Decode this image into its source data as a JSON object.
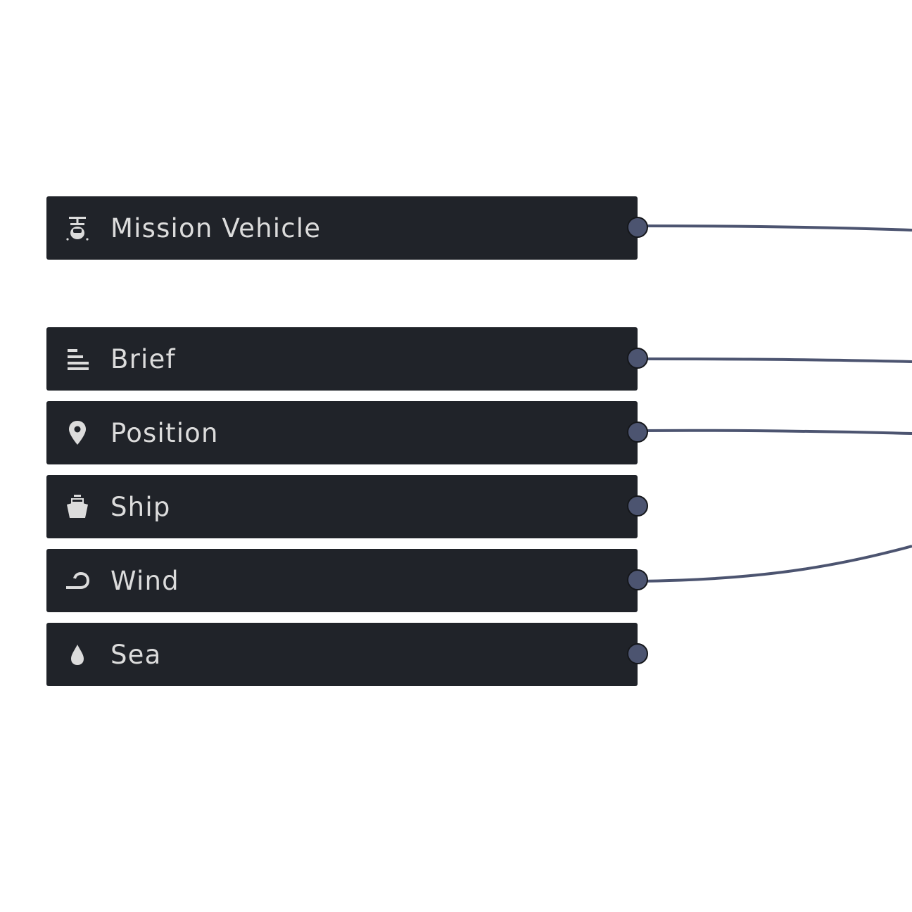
{
  "colors": {
    "node_bg": "#202329",
    "label": "#dcdcdc",
    "port_fill": "#4c5470",
    "wire": "#4c5470"
  },
  "nodes": [
    {
      "label": "Mission Vehicle",
      "icon": "helicopter-icon",
      "connected": true
    },
    {
      "label": "Brief",
      "icon": "text-lines-icon",
      "connected": true
    },
    {
      "label": "Position",
      "icon": "map-pin-icon",
      "connected": true
    },
    {
      "label": "Ship",
      "icon": "ship-icon",
      "connected": false
    },
    {
      "label": "Wind",
      "icon": "wind-icon",
      "connected": true
    },
    {
      "label": "Sea",
      "icon": "water-drop-icon",
      "connected": false
    }
  ]
}
